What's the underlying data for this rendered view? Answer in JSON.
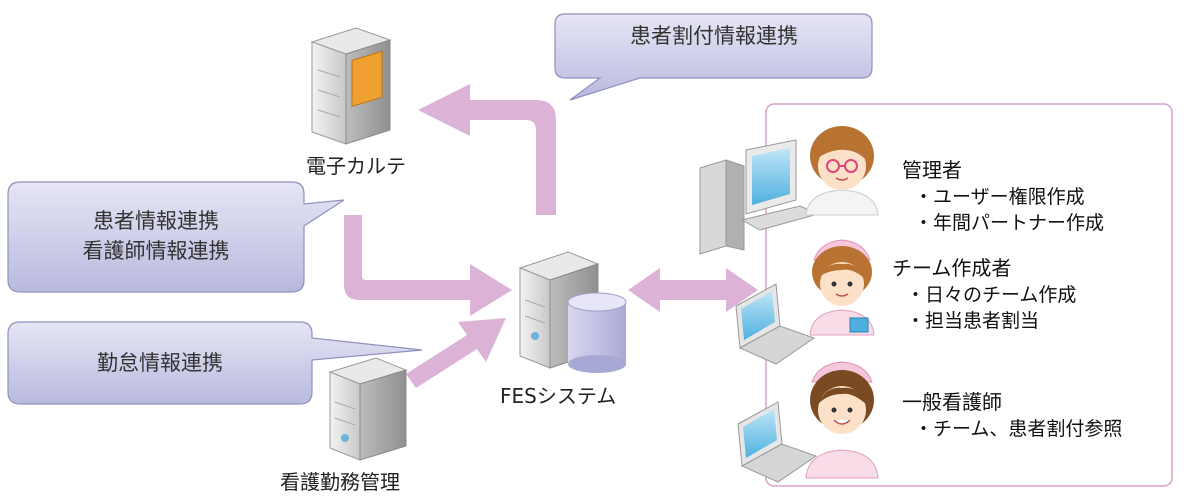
{
  "bubbles": {
    "top": "患者割付情報連携",
    "left_line1": "患者情報連携",
    "left_line2": "看護師情報連携",
    "bottom": "勤怠情報連携"
  },
  "nodes": {
    "ehr": "電子カルテ",
    "fes": "FESシステム",
    "attendance": "看護勤務管理"
  },
  "roles": [
    {
      "title": "管理者",
      "items": [
        "・ユーザー権限作成",
        "・年間パートナー作成"
      ]
    },
    {
      "title": "チーム作成者",
      "items": [
        "・日々のチーム作成",
        "・担当患者割当"
      ]
    },
    {
      "title": "一般看護師",
      "items": [
        "・チーム、患者割付参照"
      ]
    }
  ],
  "colors": {
    "arrow": "#dcb3d6",
    "bubble_fill": "#c9c9e6",
    "bubble_stroke": "#9090c0",
    "panel_border": "#d7a0cc"
  }
}
